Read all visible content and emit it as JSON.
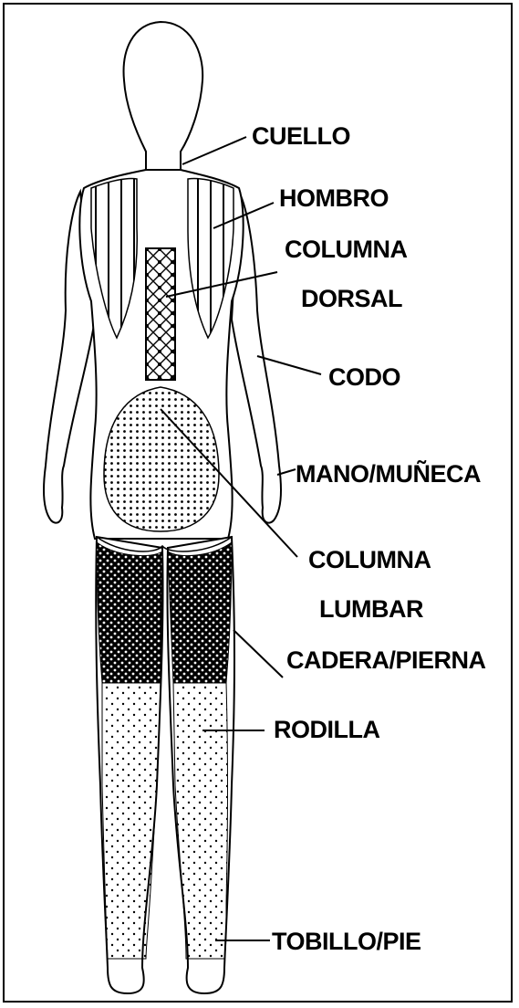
{
  "labels": {
    "neck": "CUELLO",
    "shoulder": "HOMBRO",
    "thoracic_1": "COLUMNA",
    "thoracic_2": "DORSAL",
    "elbow": "CODO",
    "hand_wrist": "MANO/MUÑECA",
    "lumbar_1": "COLUMNA",
    "lumbar_2": "LUMBAR",
    "hip_leg": "CADERA/PIERNA",
    "knee": "RODILLA",
    "ankle_foot": "TOBILLO/PIE"
  }
}
